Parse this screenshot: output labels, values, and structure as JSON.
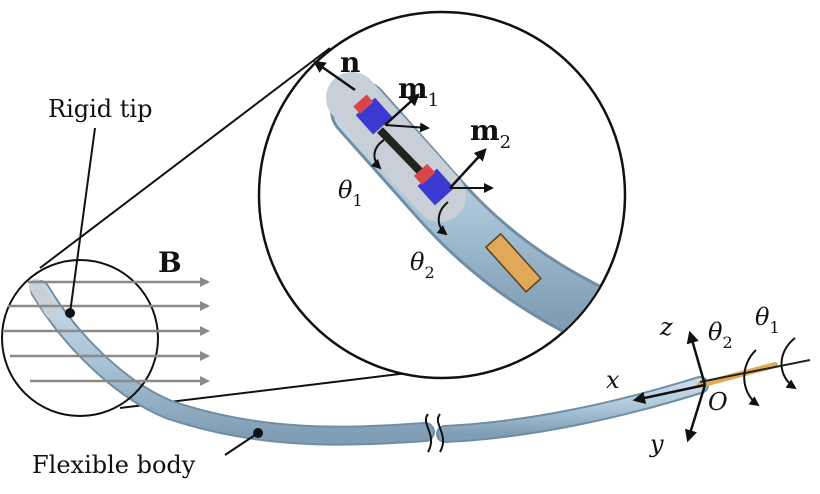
{
  "labels": {
    "rigid_tip": "Rigid tip",
    "flexible_body": "Flexible body",
    "field": "B",
    "normal": "n",
    "m": "m",
    "sub1": "1",
    "sub2": "2",
    "theta": "θ",
    "axis_x": "x",
    "axis_y": "y",
    "axis_z": "z",
    "origin": "O"
  },
  "colors": {
    "catheter_body": "#a9c3d6",
    "catheter_edge": "#6f8ea6",
    "tip_gray": "#c8cfd6",
    "magnet_red": "#d9464a",
    "magnet_blue": "#3a3ad0",
    "coil_orange": "#e0a95a",
    "field_arrow": "#8a8a8a",
    "ink": "#111111"
  }
}
